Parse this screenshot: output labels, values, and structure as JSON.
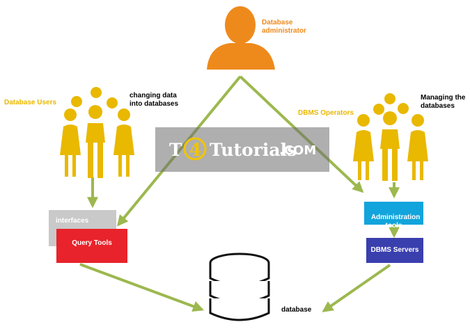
{
  "labels": {
    "database_administrator": "Database\nadministrator",
    "database_users": "Database Users",
    "changing_data": "changing data\ninto databases",
    "dbms_operators": "DBMS Operators",
    "managing": "Managing the\ndatabases",
    "database": "database"
  },
  "boxes": {
    "interfaces": "interfaces",
    "query_tools": "Query Tools",
    "administration_tools": "Administration\ntools",
    "dbms_servers": "DBMS Servers"
  },
  "watermark": {
    "t": "T",
    "four": "4",
    "tutorials": "Tutorials",
    "com": ".COM"
  },
  "colors": {
    "arrow": "#9cb84e",
    "admin_figure": "#ee8a1c",
    "users_figure": "#e9b800",
    "query_box": "#e8232b",
    "interfaces_box": "#c9c9c9",
    "admin_tools_box": "#12a4dc",
    "servers_box": "#3a3fae"
  },
  "icons": {
    "admin": "person-icon",
    "users": "group-of-people-icon",
    "operators": "group-of-people-icon",
    "database": "database-icon"
  }
}
